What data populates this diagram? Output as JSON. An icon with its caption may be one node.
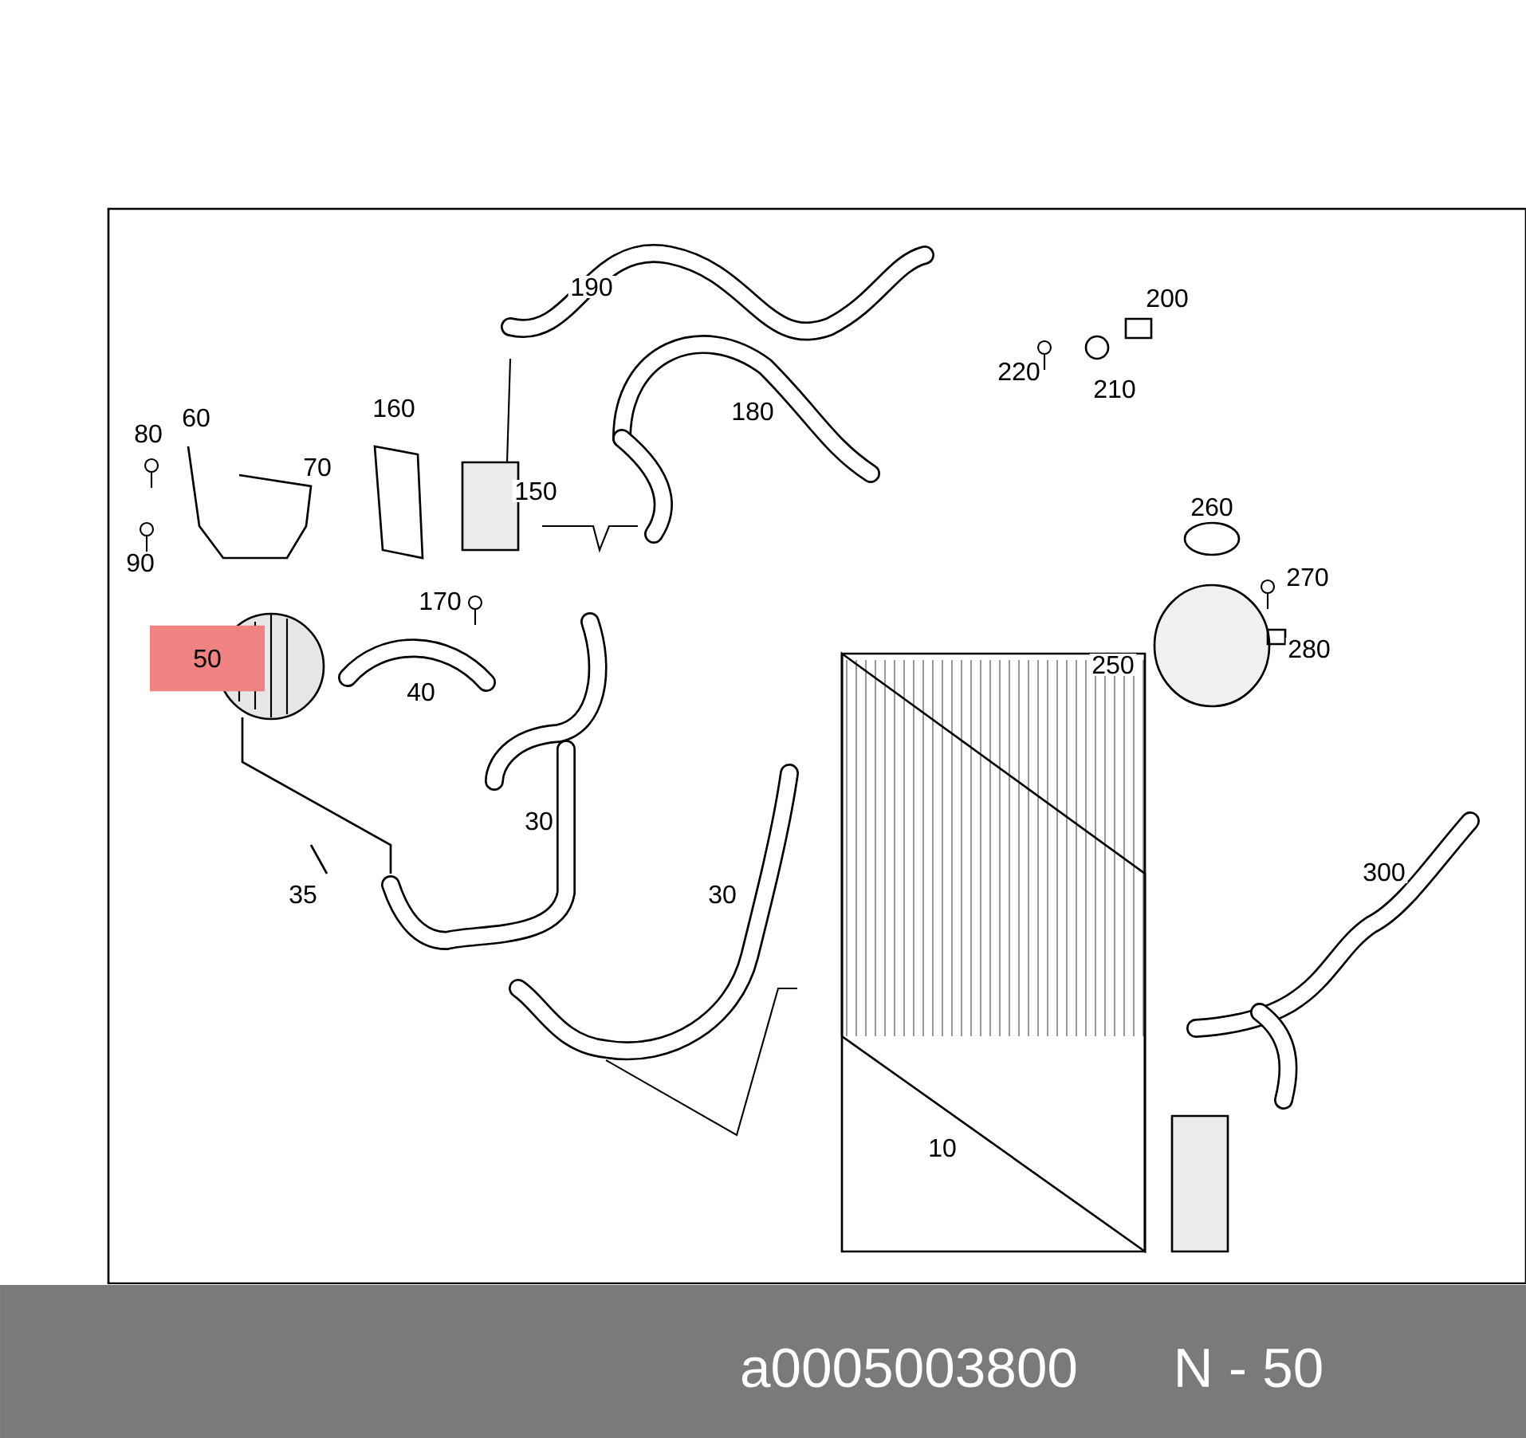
{
  "diagram": {
    "labels": [
      "190",
      "200",
      "220",
      "210",
      "160",
      "180",
      "80",
      "60",
      "70",
      "150",
      "90",
      "260",
      "270",
      "170",
      "250",
      "280",
      "50",
      "40",
      "30",
      "35",
      "30",
      "300",
      "10",
      "a0005003800",
      "N - 50"
    ]
  }
}
